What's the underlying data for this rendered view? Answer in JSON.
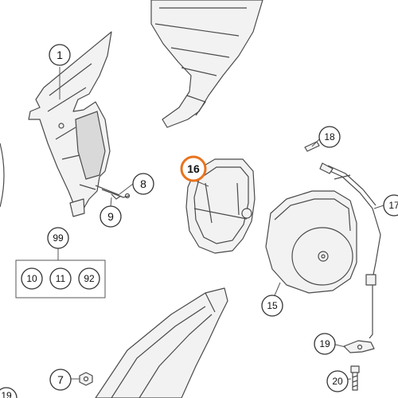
{
  "callouts": {
    "c1": "1",
    "c7": "7",
    "c8": "8",
    "c9": "9",
    "c10": "10",
    "c11": "11",
    "c15": "15",
    "c16": "16",
    "c17": "17",
    "c18": "18",
    "c19": "19",
    "c20": "20",
    "c92": "92",
    "c99": "99",
    "c19b": "19"
  },
  "colors": {
    "highlight": "#e8731e",
    "outline": "#4a4a4a"
  }
}
